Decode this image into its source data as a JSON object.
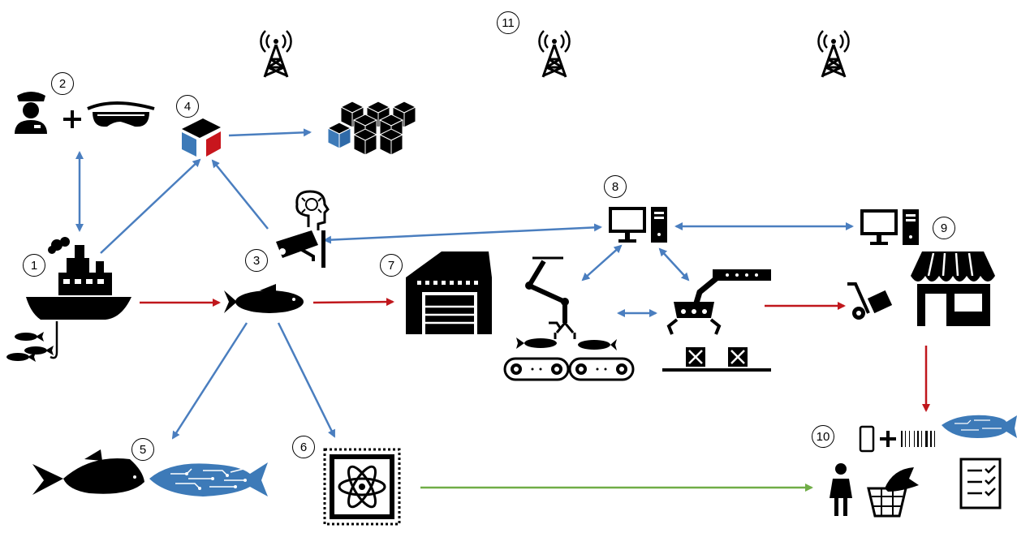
{
  "diagram": {
    "nodes": [
      {
        "id": "n1",
        "number": "1",
        "icon": "fishing-boat-icon"
      },
      {
        "id": "n2",
        "number": "2",
        "icon": "police-officer-vr-headset-icon"
      },
      {
        "id": "n3",
        "number": "3",
        "icon": "ai-camera-icon"
      },
      {
        "id": "n4",
        "number": "4",
        "icon": "block-icon"
      },
      {
        "id": "n5",
        "number": "5",
        "icon": "digital-twin-fish-icon"
      },
      {
        "id": "n6",
        "number": "6",
        "icon": "quantum-chip-icon"
      },
      {
        "id": "n7",
        "number": "7",
        "icon": "warehouse-icon"
      },
      {
        "id": "n8",
        "number": "8",
        "icon": "computer-icon"
      },
      {
        "id": "n9",
        "number": "9",
        "icon": "store-icon"
      },
      {
        "id": "n10",
        "number": "10",
        "icon": "consumer-icon"
      },
      {
        "id": "n11",
        "number": "11",
        "icon": "cell-tower-icon"
      }
    ],
    "colors": {
      "blue_arrow": "#4a7ebf",
      "red_arrow": "#c0171c",
      "green_arrow": "#70ad47",
      "icon": "#000000",
      "accent_blue": "#3d7ab8",
      "accent_red": "#c8161d"
    }
  }
}
